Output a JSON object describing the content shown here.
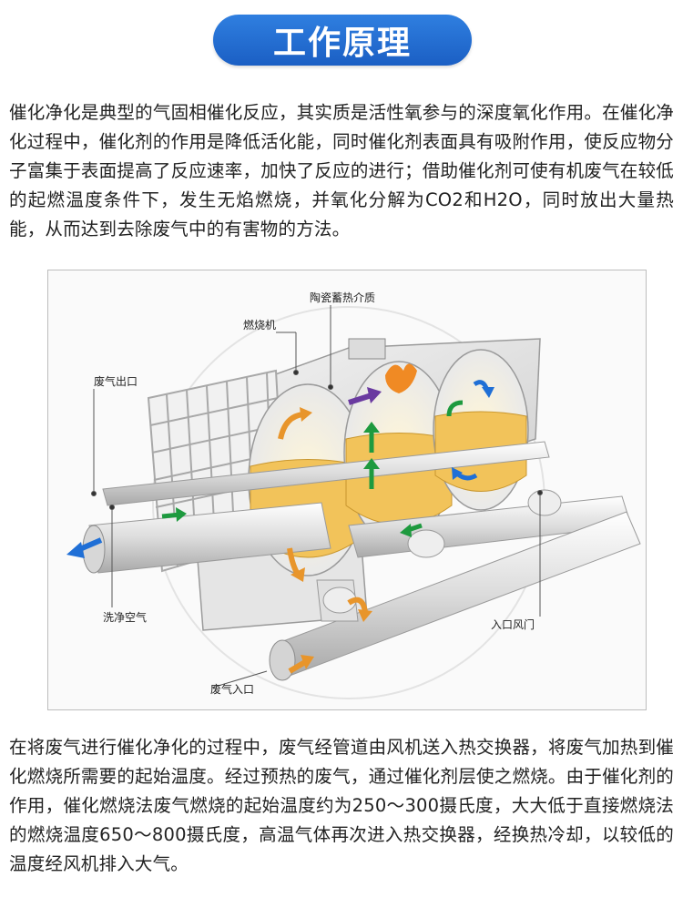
{
  "header": {
    "title": "工作原理"
  },
  "intro": {
    "text": "催化净化是典型的气固相催化反应，其实质是活性氧参与的深度氧化作用。在催化净化过程中，催化剂的作用是降低活化能，同时催化剂表面具有吸附作用，使反应物分子富集于表面提高了反应速率，加快了反应的进行；借助催化剂可使有机废气在较低的起燃温度条件下，发生无焰燃烧，并氧化分解为CO2和H2O，同时放出大量热能，从而达到去除废气中的有害物的方法。"
  },
  "diagram": {
    "labels": {
      "ceramic": "陶瓷蓄热介质",
      "burner": "燃烧机",
      "outlet": "废气出口",
      "purge": "洗净空气",
      "inlet_damper": "入口风门",
      "inlet": "废气入口"
    },
    "colors": {
      "arrow_green": "#1e9a3f",
      "arrow_orange": "#e8952b",
      "arrow_blue": "#1f6fd6",
      "arrow_purple": "#6a3aa0",
      "ceramic_fill": "#f2c35a"
    }
  },
  "outro": {
    "text": "在将废气进行催化净化的过程中，废气经管道由风机送入热交换器，将废气加热到催化燃烧所需要的起始温度。经过预热的废气，通过催化剂层使之燃烧。由于催化剂的作用，催化燃烧法废气燃烧的起始温度约为250～300摄氏度，大大低于直接燃烧法的燃烧温度650～800摄氏度，高温气体再次进入热交换器，经换热冷却，以较低的温度经风机排入大气。"
  }
}
